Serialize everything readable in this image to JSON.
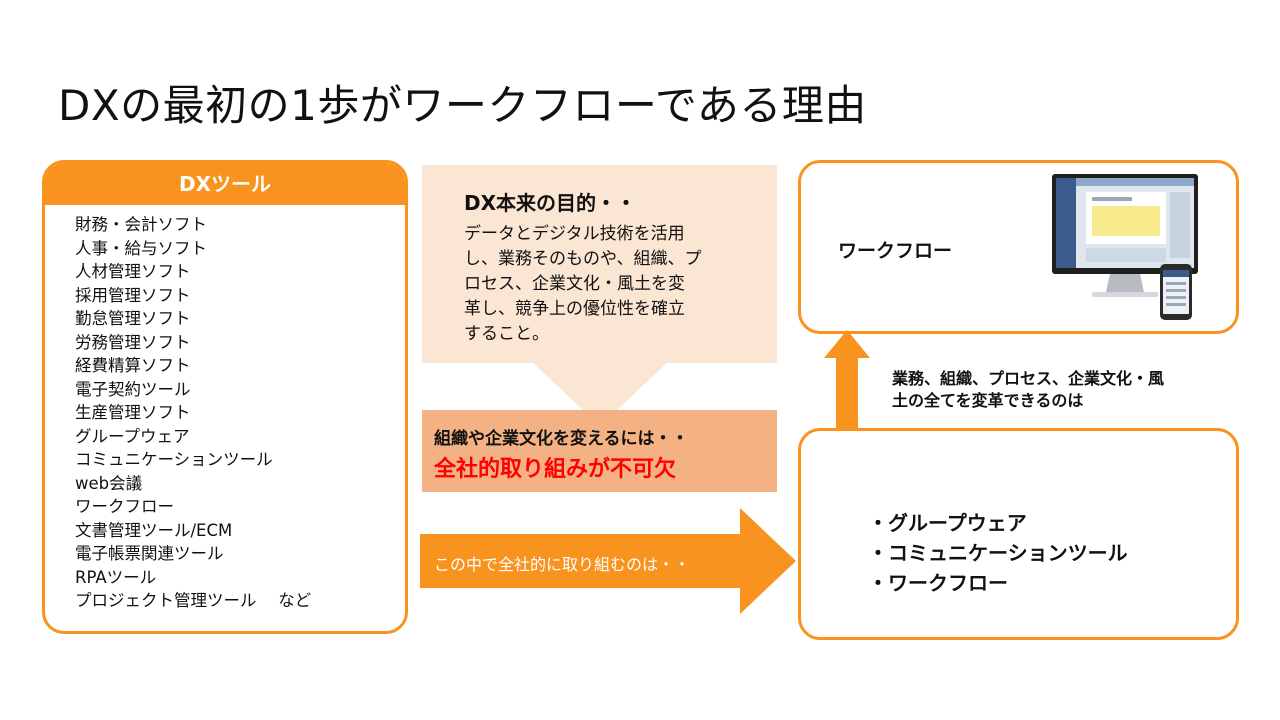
{
  "slide": {
    "title": "DXの最初の1歩がワークフローである理由"
  },
  "dx_tools": {
    "header": "DXツール",
    "items": [
      "財務・会計ソフト",
      "人事・給与ソフト",
      "人材管理ソフト",
      "採用管理ソフト",
      "勤怠管理ソフト",
      "労務管理ソフト",
      "経費精算ソフト",
      "電子契約ツール",
      "生産管理ソフト",
      "グループウェア",
      "コミュニケーションツール",
      "web会議",
      "ワークフロー",
      "文書管理ツール/ECM",
      "電子帳票関連ツール",
      "RPAツール",
      "プロジェクト管理ツール　 など"
    ]
  },
  "purpose": {
    "title": "DX本来の目的・・",
    "body": "データとデジタル技術を活用\nし、業務そのものや、組織、プ\nロセス、企業文化・風土を変\n革し、競争上の優位性を確立\nすること。"
  },
  "culture": {
    "line1": "組織や企業文化を変えるには・・",
    "line2": "全社的取り組みが不可欠"
  },
  "arrow": {
    "label": "この中で全社的に取り組むのは・・"
  },
  "workflow_box": {
    "label": "ワークフロー",
    "icon": "monitor-and-phone-icon"
  },
  "transform": {
    "line1": "業務、組織、プロセス、企業文化・風",
    "line2": "土の全てを変革できるのは"
  },
  "company_tools": {
    "items": [
      "・グループウェア",
      "・コミュニケーションツール",
      "・ワークフロー"
    ]
  },
  "colors": {
    "accent": "#f7931e",
    "callout_light": "#fbe5d3",
    "callout_mid": "#f4b183",
    "emphasis_red": "#ff0000"
  }
}
